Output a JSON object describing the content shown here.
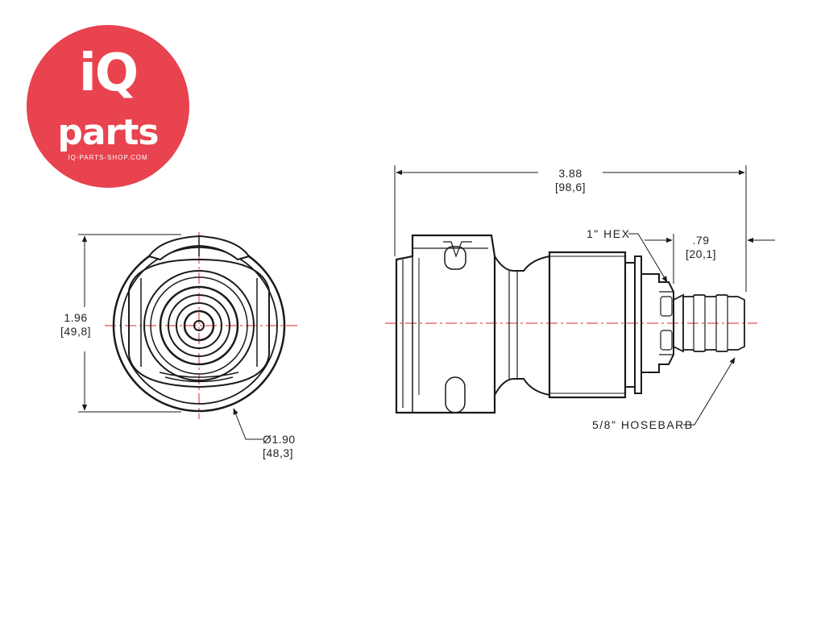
{
  "logo": {
    "brand_top": "iQ",
    "brand_bottom": "parts",
    "url": "IQ-PARTS-SHOP.COM",
    "color": "#e8434f"
  },
  "front_view": {
    "height_in": "1.96",
    "height_mm": "[49,8]",
    "diameter_in": "Ø1.90",
    "diameter_mm": "[48,3]"
  },
  "side_view": {
    "length_in": "3.88",
    "length_mm": "[98,6]",
    "barb_length_in": ".79",
    "barb_length_mm": "[20,1]",
    "hex_label": "1\" HEX",
    "hosebarb_label": "5/8\" HOSEBARB"
  },
  "colors": {
    "line": "#1a1a1a",
    "centerline": "#d9262c"
  }
}
